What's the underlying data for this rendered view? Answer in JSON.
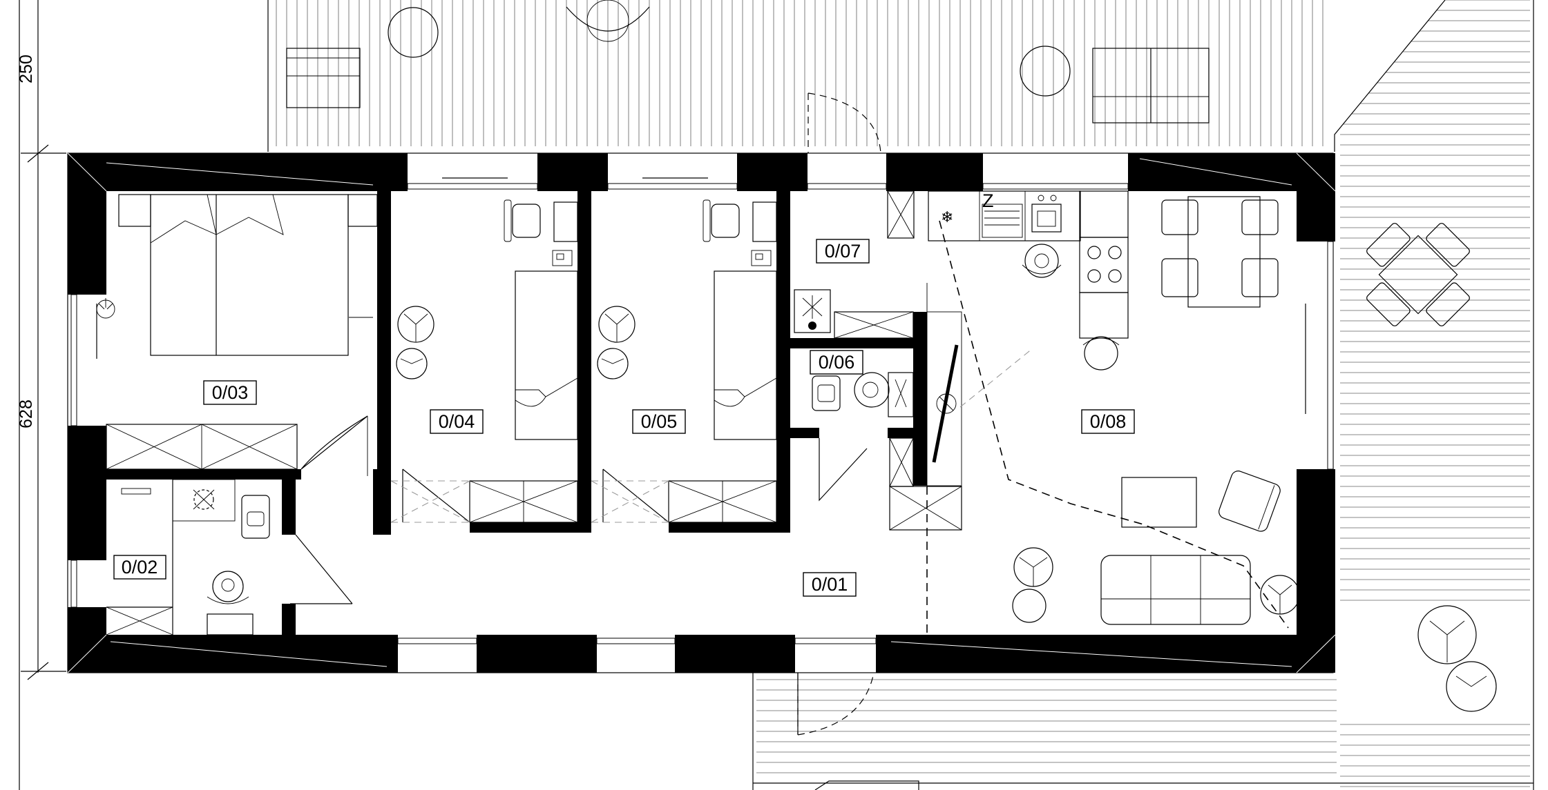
{
  "rooms": {
    "r0_01": "0/01",
    "r0_02": "0/02",
    "r0_03": "0/03",
    "r0_04": "0/04",
    "r0_05": "0/05",
    "r0_06": "0/06",
    "r0_07": "0/07",
    "r0_08": "0/08"
  },
  "dimensions": {
    "terrace_depth": "250",
    "house_depth": "628"
  },
  "symbols": {
    "fridge_mark": "Z"
  },
  "colors": {
    "wall": "#000000",
    "line": "#000000",
    "background": "#ffffff"
  }
}
